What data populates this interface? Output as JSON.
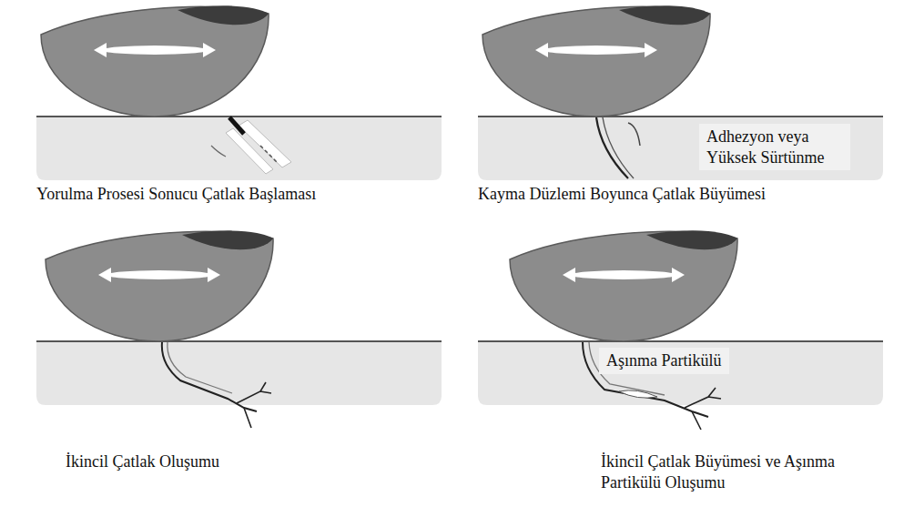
{
  "diagram": {
    "labels": [
      "Yorulma Prosesi Sonucu Çatlak Başlaması",
      "Kayma Düzlemi Boyunca Çatlak Büyümesi",
      "Adhezyon veya Yüksek Sürtünme",
      "İkincil Çatlak Oluşumu",
      "İkincil Çatlak Büyümesi ve Aşınma Partikülü Oluşumu",
      "Aşınma Partikülü"
    ]
  }
}
